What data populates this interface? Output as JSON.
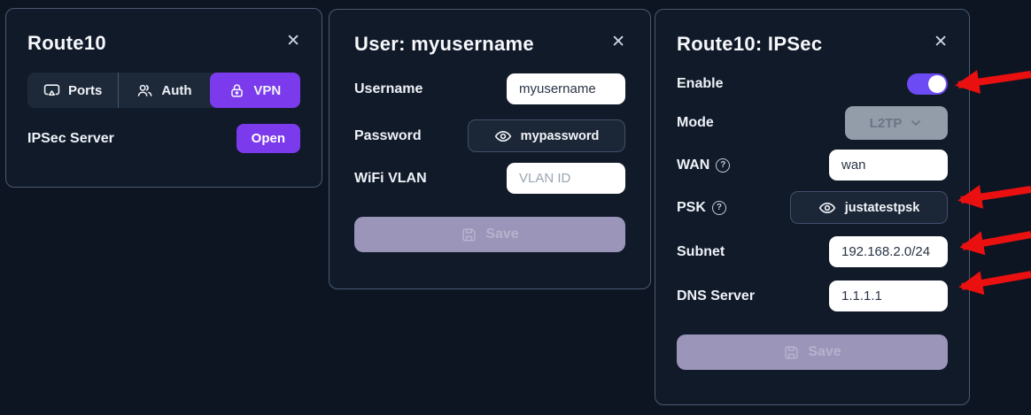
{
  "colors": {
    "page-bg": "#0d1522",
    "card-bg": "#111a29",
    "accent": "#7c3aed",
    "toggle-on": "#6c4bf4",
    "arrow": "#ea1010",
    "disabled-bg": "#9a95b9",
    "select-bg": "#9ba3b0"
  },
  "icons": {
    "close": "✕",
    "help": "?"
  },
  "route10_card": {
    "title": "Route10",
    "tabs": {
      "ports": "Ports",
      "auth": "Auth",
      "vpn": "VPN"
    },
    "active_tab": "VPN",
    "ipsec_row_label": "IPSec Server",
    "open_button": "Open"
  },
  "user_card": {
    "title": "User: myusername",
    "username_label": "Username",
    "username_value": "myusername",
    "password_label": "Password",
    "password_value": "mypassword",
    "vlan_label": "WiFi VLAN",
    "vlan_placeholder": "VLAN ID",
    "save_button": "Save"
  },
  "ipsec_card": {
    "title": "Route10: IPSec",
    "enable_label": "Enable",
    "enable_state": "on",
    "mode_label": "Mode",
    "mode_value": "L2TP",
    "wan_label": "WAN",
    "wan_value": "wan",
    "psk_label": "PSK",
    "psk_value": "justatestpsk",
    "subnet_label": "Subnet",
    "subnet_value": "192.168.2.0/24",
    "dns_label": "DNS Server",
    "dns_value": "1.1.1.1",
    "save_button": "Save"
  },
  "annotations": {
    "arrow_color": "#ea1010",
    "arrow_targets": [
      "Enable toggle",
      "PSK field",
      "Subnet field",
      "DNS Server field"
    ]
  }
}
